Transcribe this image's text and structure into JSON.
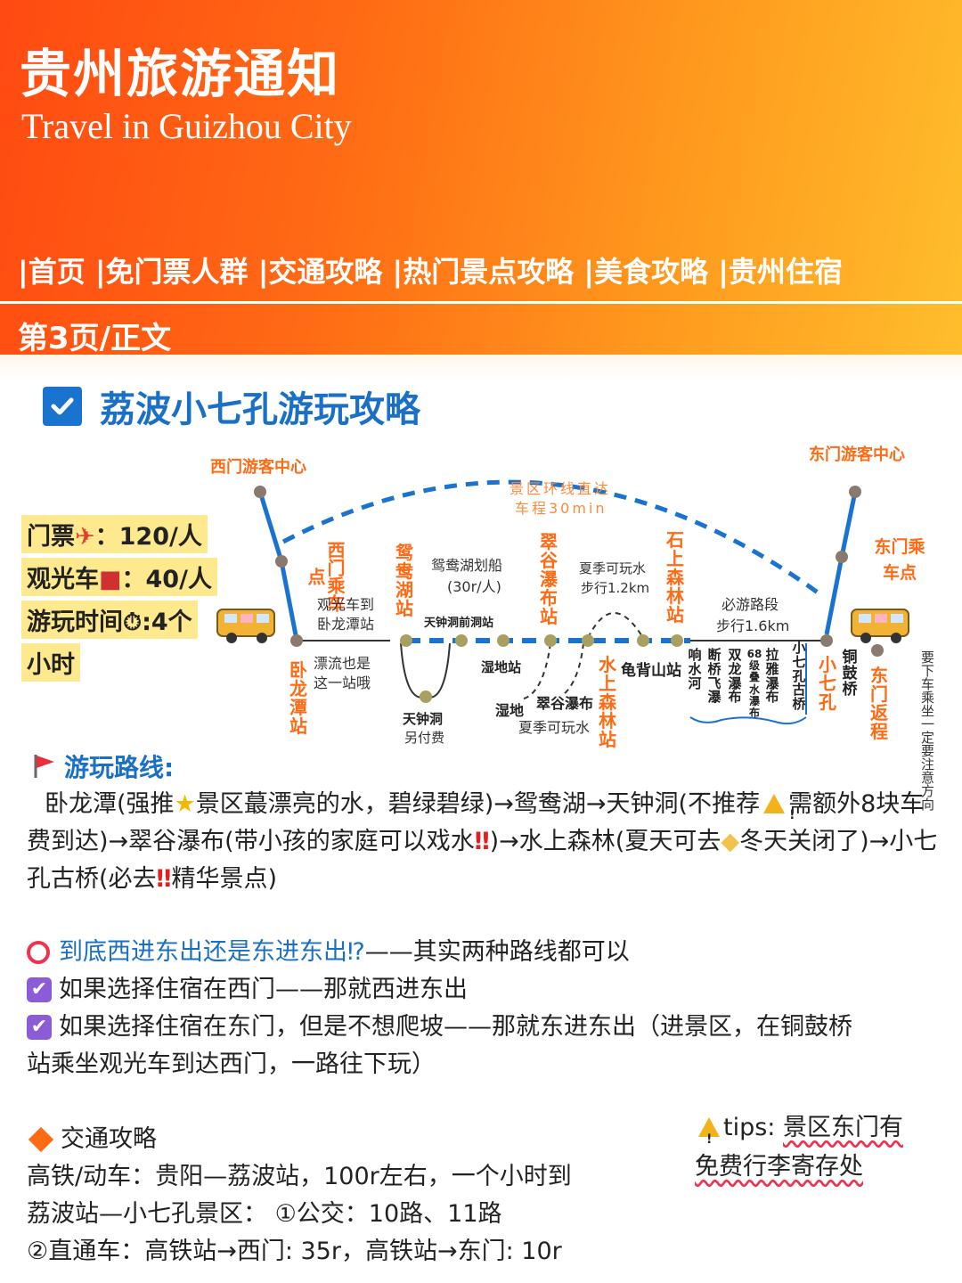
{
  "header": {
    "title": "贵州旅游通知",
    "subtitle": "Travel in Guizhou City",
    "nav": [
      "|首页",
      "|免门票人群",
      "|交通攻略",
      "|热门景点攻略",
      "|美食攻略",
      "|贵州住宿"
    ],
    "page_label": "第3页/正文"
  },
  "section_title": "荔波小七孔游玩攻略",
  "map": {
    "west_center": "西门游客中心",
    "east_center": "东门游客中心",
    "loop_line1": "景区环线直达",
    "loop_line2": "车程30min",
    "west_board": "西门乘车点",
    "east_board": "东门乘车点",
    "bus_to_wolong": "观光车到卧龙潭站",
    "rafting": "漂流也是这一站哦",
    "wolongtan": "卧龙潭站",
    "yuanyanghu_station": "鸳鸯湖站",
    "boat": "鸳鸯湖划船",
    "boat_price": "(30r/人)",
    "tianzhongdong_front": "天钟洞前洞站",
    "tianzhongdong": "天钟洞",
    "extra_fee": "另付费",
    "wetland_station": "湿地站",
    "wetland": "湿地",
    "cuigu_waterfall": "翠谷瀑布",
    "summer_water": "夏季可玩水",
    "cuigu_station": "翠谷瀑布站",
    "summer_note": "夏季可玩水",
    "walk_12": "步行1.2km",
    "shuishang_station": "水上森林站",
    "guibeishan": "龟背山站",
    "shishang_station": "石上森林站",
    "must_walk": "必游路段",
    "walk_16": "步行1.6km",
    "xiangshuihe": "响水河",
    "duanqiao": "断桥飞瀑",
    "shuanglong": "双龙瀑布",
    "diejie": "68级叠水瀑布",
    "laya": "拉雅瀑布",
    "xiaoqikong_bridge": "小七孔古桥",
    "xiaoqikong": "小七孔",
    "tonggu": "铜鼓桥",
    "east_return": "东门返程",
    "direction_note": "要下车乘坐一定要注意方向"
  },
  "info": {
    "ticket_label": "门票",
    "ticket_value": "：120/人",
    "bus_label": "观光车",
    "bus_value": "：40/人",
    "time_label": "游玩时间",
    "time_value": ":4个",
    "time_unit": "小时"
  },
  "route": {
    "heading": "游玩路线:",
    "p1": "卧龙潭(强推",
    "p2": "景区蕞漂亮的水，碧绿碧绿)→鸳鸯湖→天钟洞(不推荐",
    "p3": "需额外8块车费到达)→翠谷瀑布(带小孩的家庭可以戏水",
    "p4": ")→水上森林(夏天可去",
    "p5": "冬天关闭了)→小七孔古桥(必去",
    "p6": "精华景点)"
  },
  "choice": {
    "q_blue": "到底西进东出还是东进东出⁉",
    "q_rest": "——其实两种路线都可以",
    "opt1": "如果选择住宿在西门——那就西进东出",
    "opt2a": "如果选择住宿在东门，但是不想爬坡——那就东进东出（进景区，在铜鼓桥",
    "opt2b": "站乘坐观光车到达西门，一路往下玩）"
  },
  "transport": {
    "heading": "交通攻略",
    "line1": "高铁/动车：贵阳—荔波站，100r左右，一个小时到",
    "line2": "荔波站—小七孔景区：   ①公交：10路、11路",
    "line3": "②直通车：高铁站→西门: 35r，高铁站→东门: 10r"
  },
  "tips": {
    "prefix": "tips: ",
    "line1": "景区东门有",
    "line2": "免费行李寄存处"
  },
  "colors": {
    "accent_orange": "#ff6a14",
    "title_blue": "#1a6fc6",
    "route_blue": "#1a74cf",
    "highlight_yellow": "#ffe98f"
  }
}
